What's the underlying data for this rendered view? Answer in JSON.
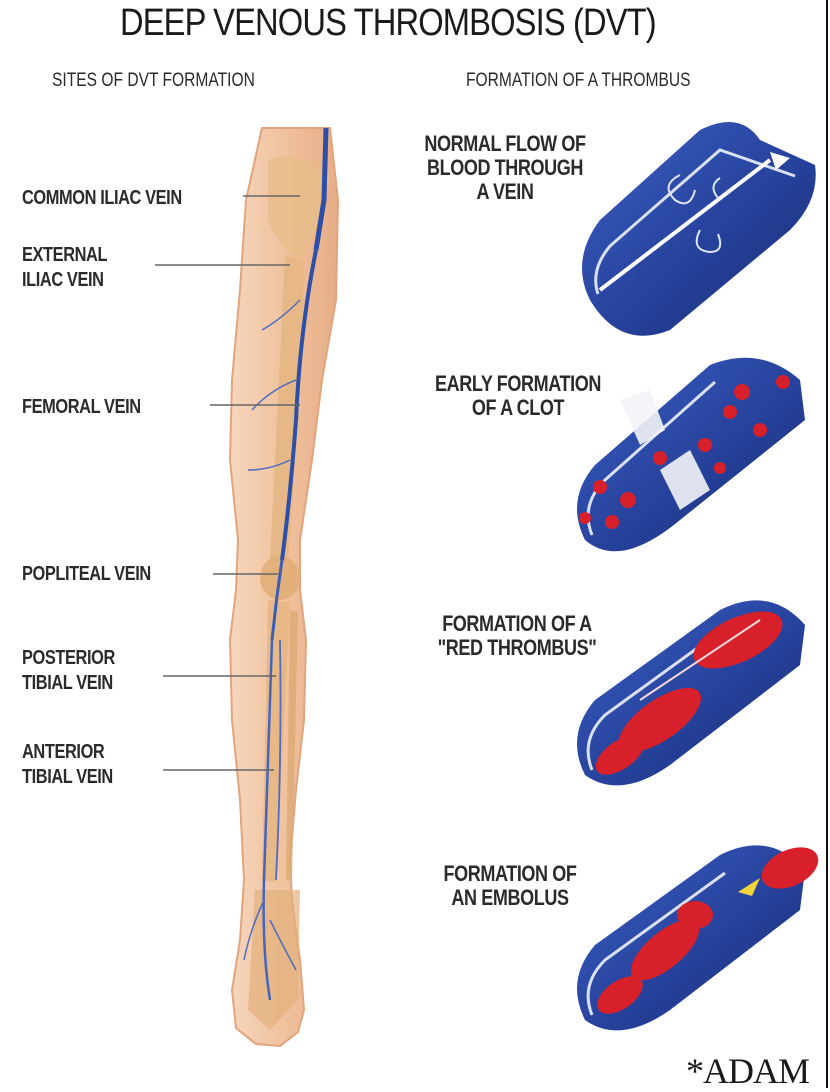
{
  "title": "DEEP VENOUS THROMBOSIS (DVT)",
  "left_heading": "SITES OF DVT FORMATION",
  "right_heading": "FORMATION OF A THROMBUS",
  "vein_labels": [
    {
      "text": "COMMON ILIAC VEIN"
    },
    {
      "text": "EXTERNAL\nILIAC VEIN"
    },
    {
      "text": "FEMORAL VEIN"
    },
    {
      "text": "POPLITEAL VEIN"
    },
    {
      "text": "POSTERIOR\nTIBIAL VEIN"
    },
    {
      "text": "ANTERIOR\nTIBIAL VEIN"
    }
  ],
  "stages": [
    {
      "text": "NORMAL FLOW OF\nBLOOD THROUGH\nA VEIN"
    },
    {
      "text": "EARLY FORMATION\nOF A CLOT"
    },
    {
      "text": "FORMATION OF A\n\"RED THROMBUS\""
    },
    {
      "text": "FORMATION OF\nAN EMBOLUS"
    }
  ],
  "logo": "*ADAM",
  "colors": {
    "vein_blue": "#2d4fa8",
    "vessel_dark": "#1c2f78",
    "clot_red": "#d8202a",
    "skin": "#f2c9a8",
    "bone": "#e9c08f"
  }
}
